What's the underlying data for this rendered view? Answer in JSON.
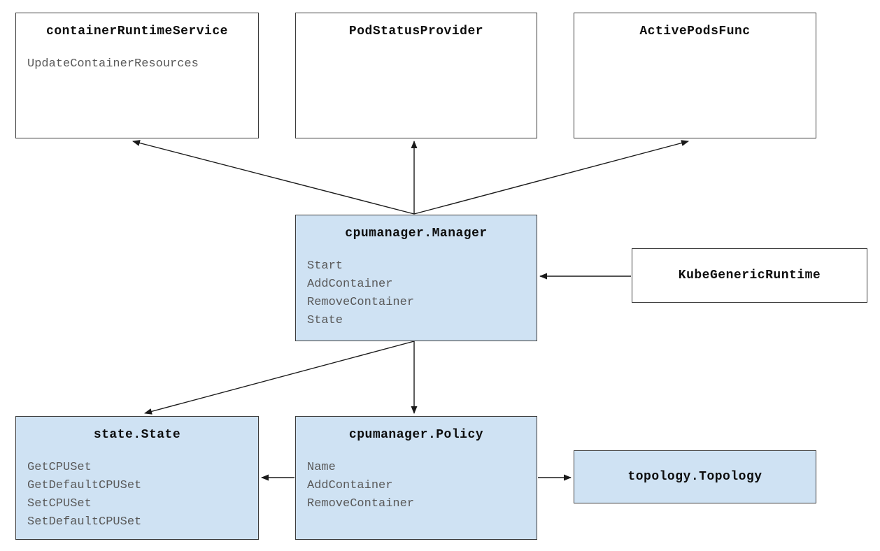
{
  "nodes": [
    {
      "id": "containerRuntimeService",
      "title": "containerRuntimeService",
      "methods": [
        "UpdateContainerResources"
      ],
      "variant": "plain"
    },
    {
      "id": "PodStatusProvider",
      "title": "PodStatusProvider",
      "methods": [],
      "variant": "plain"
    },
    {
      "id": "ActivePodsFunc",
      "title": "ActivePodsFunc",
      "methods": [],
      "variant": "plain"
    },
    {
      "id": "cpumanager.Manager",
      "title": "cpumanager.Manager",
      "methods": [
        "Start",
        "AddContainer",
        "RemoveContainer",
        "State"
      ],
      "variant": "highlight"
    },
    {
      "id": "KubeGenericRuntime",
      "title": "KubeGenericRuntime",
      "methods": [],
      "variant": "plain"
    },
    {
      "id": "state.State",
      "title": "state.State",
      "methods": [
        "GetCPUSet",
        "GetDefaultCPUSet",
        "SetCPUSet",
        "SetDefaultCPUSet"
      ],
      "variant": "highlight"
    },
    {
      "id": "cpumanager.Policy",
      "title": "cpumanager.Policy",
      "methods": [
        "Name",
        "AddContainer",
        "RemoveContainer"
      ],
      "variant": "highlight"
    },
    {
      "id": "topology.Topology",
      "title": "topology.Topology",
      "methods": [],
      "variant": "highlight"
    }
  ],
  "edges": [
    {
      "from": "cpumanager.Manager",
      "to": "containerRuntimeService"
    },
    {
      "from": "cpumanager.Manager",
      "to": "PodStatusProvider"
    },
    {
      "from": "cpumanager.Manager",
      "to": "ActivePodsFunc"
    },
    {
      "from": "KubeGenericRuntime",
      "to": "cpumanager.Manager"
    },
    {
      "from": "cpumanager.Manager",
      "to": "cpumanager.Policy"
    },
    {
      "from": "cpumanager.Manager",
      "to": "state.State"
    },
    {
      "from": "cpumanager.Policy",
      "to": "state.State"
    },
    {
      "from": "cpumanager.Policy",
      "to": "topology.Topology"
    }
  ],
  "colors": {
    "highlight_fill": "#cfe2f3",
    "plain_fill": "#ffffff",
    "node_border": "#3c3c3c",
    "title_text": "#0d0d0d",
    "method_text": "#595959",
    "arrow": "#1a1a1a",
    "background": "#ffffff"
  }
}
